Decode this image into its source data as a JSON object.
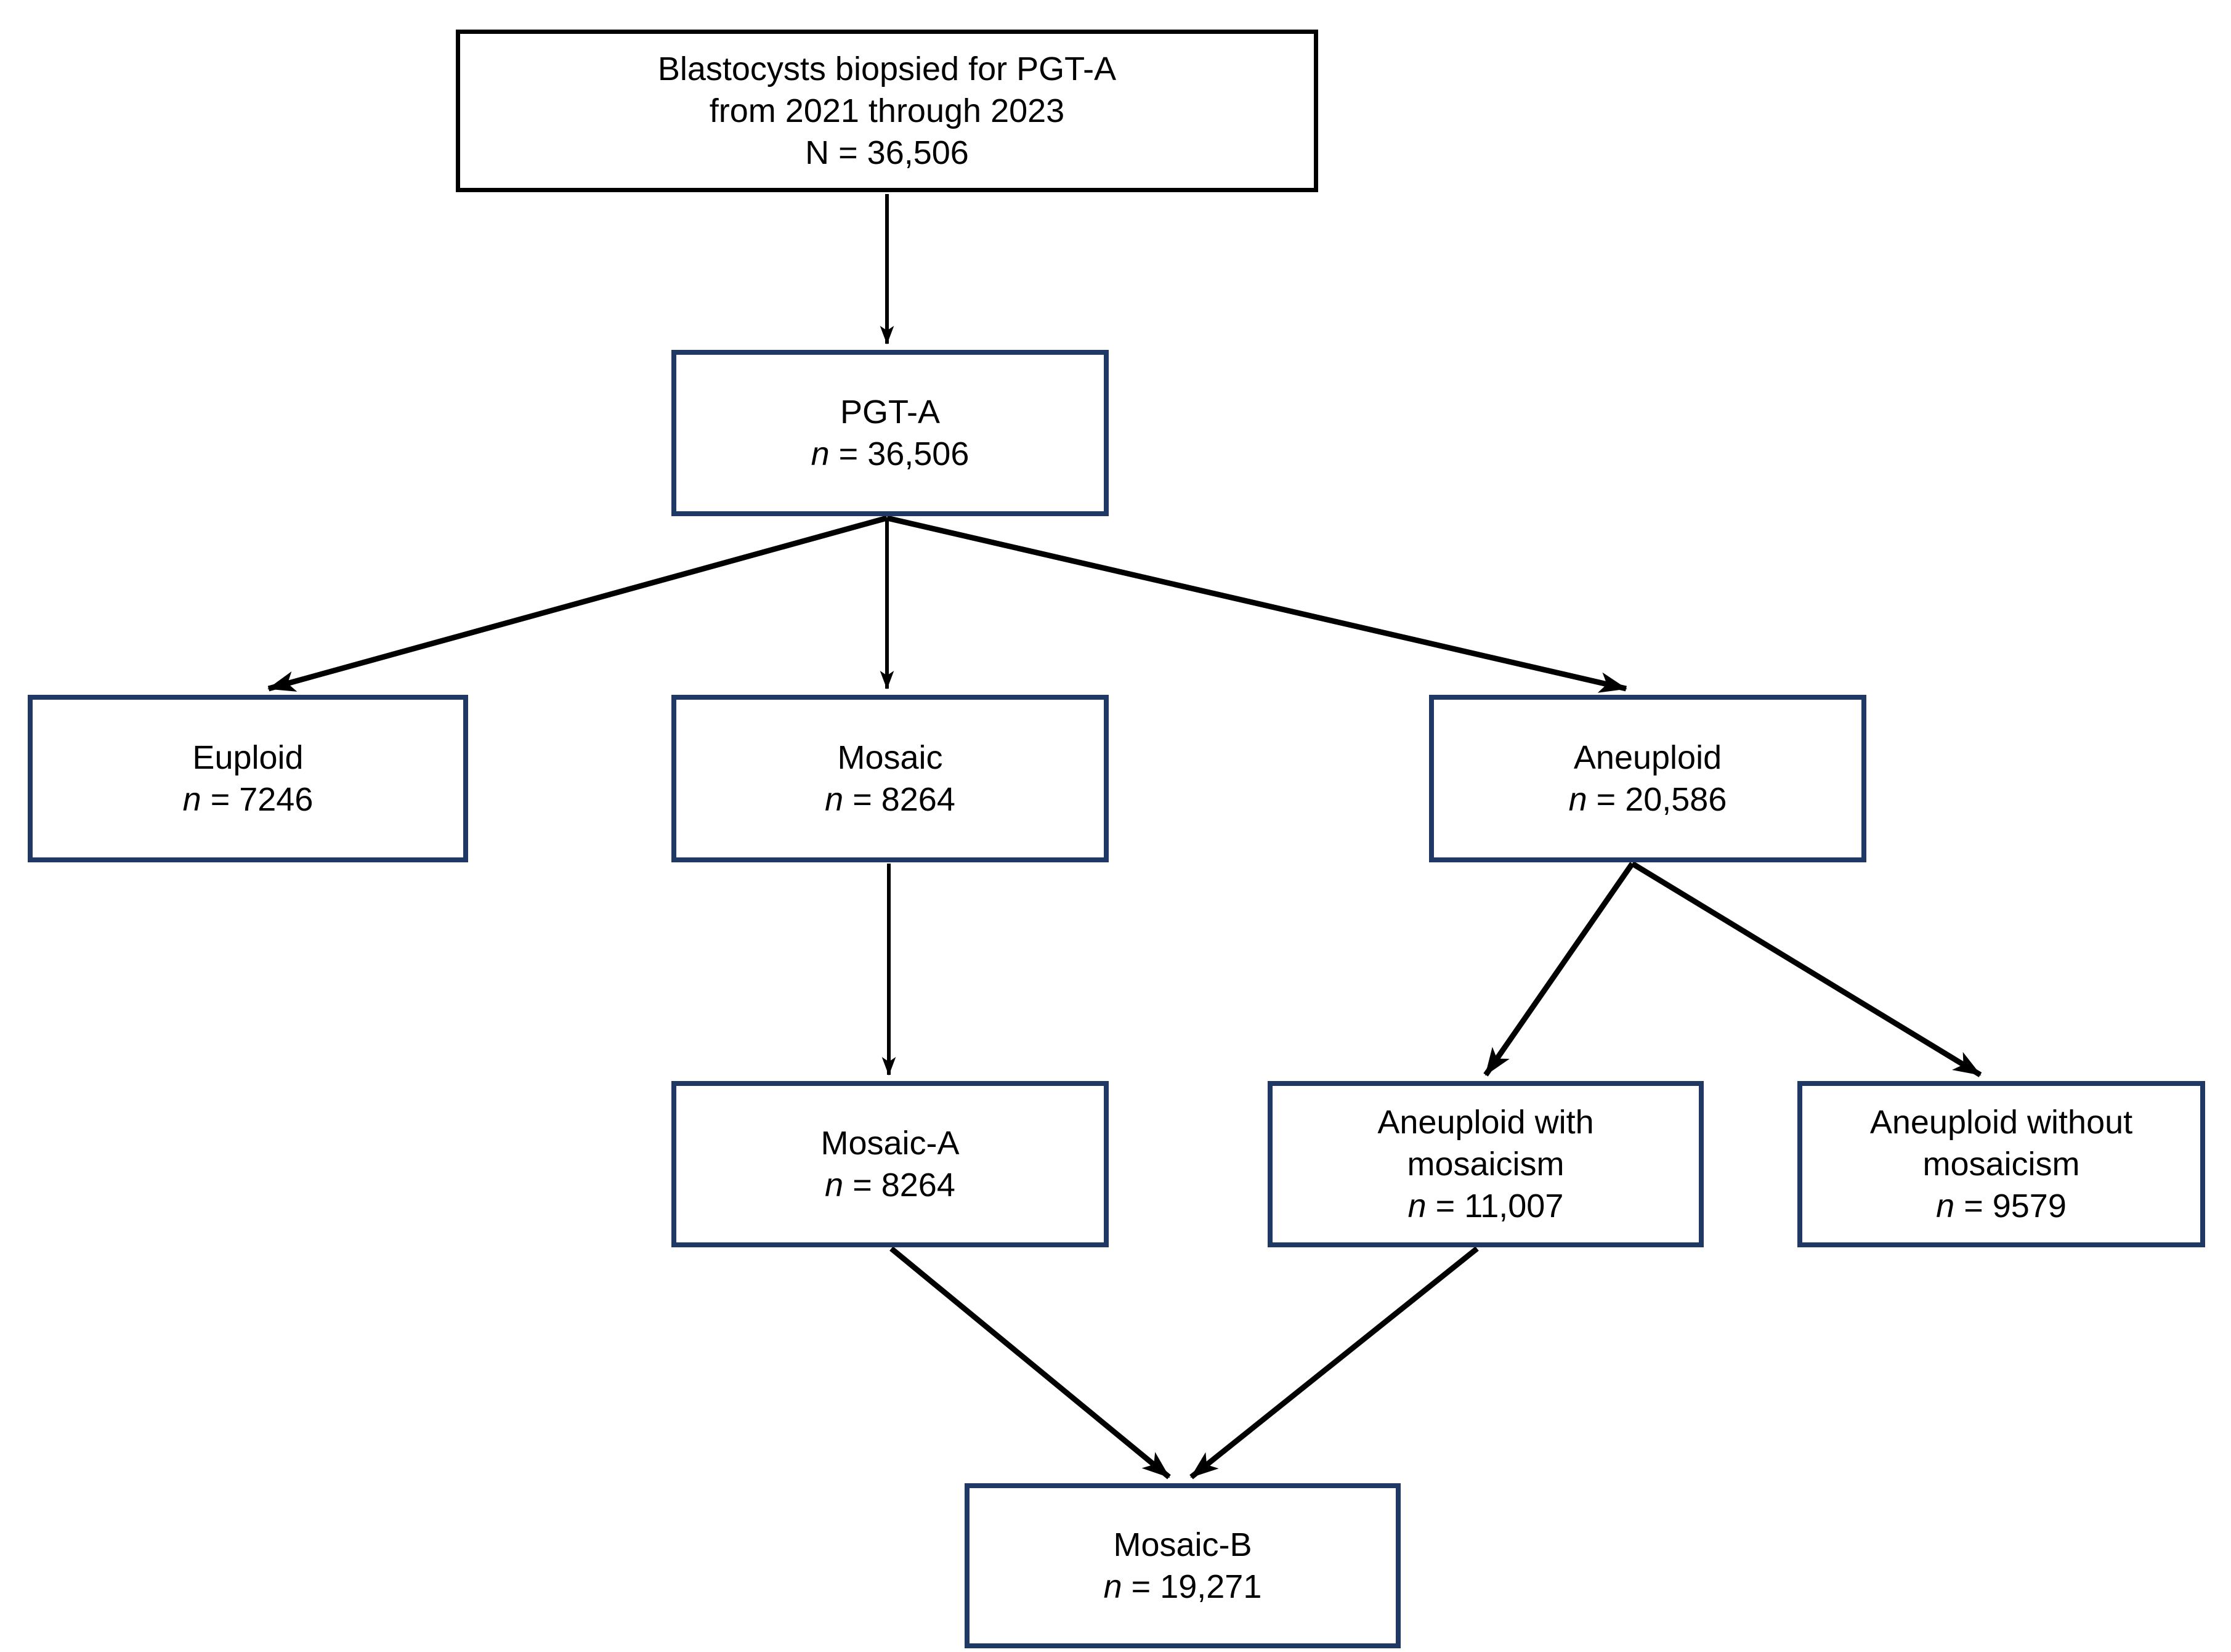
{
  "figure": {
    "type": "flowchart",
    "background": "#ffffff",
    "colors": {
      "start_box_border": "#000000",
      "node_border": "#1f3864",
      "arrow": "#000000",
      "text": "#000000"
    },
    "symbols": {
      "n": "n"
    },
    "nodes": {
      "start": {
        "line1": "Blastocysts biopsied for PGT-A",
        "line2": "from 2021 through 2023",
        "line3": "N = 36,506"
      },
      "pgta": {
        "label": "PGT-A",
        "n_rest": " = 36,506"
      },
      "euploid": {
        "label": "Euploid",
        "n_rest": " = 7246"
      },
      "mosaic": {
        "label": "Mosaic",
        "n_rest": " = 8264"
      },
      "aneuploid": {
        "label": "Aneuploid",
        "n_rest": " = 20,586"
      },
      "mosaic_a": {
        "label": "Mosaic-A",
        "n_rest": " = 8264"
      },
      "aneuploid_with": {
        "label_line1": "Aneuploid with",
        "label_line2": "mosaicism",
        "n_rest": " = 11,007"
      },
      "aneuploid_without": {
        "label_line1": "Aneuploid without",
        "label_line2": "mosaicism",
        "n_rest": " = 9579"
      },
      "mosaic_b": {
        "label": "Mosaic-B",
        "n_rest": " = 19,271"
      }
    },
    "edges": [
      {
        "from": "start",
        "to": "pgta"
      },
      {
        "from": "pgta",
        "to": "euploid"
      },
      {
        "from": "pgta",
        "to": "mosaic"
      },
      {
        "from": "pgta",
        "to": "aneuploid"
      },
      {
        "from": "mosaic",
        "to": "mosaic_a"
      },
      {
        "from": "aneuploid",
        "to": "aneuploid_with"
      },
      {
        "from": "aneuploid",
        "to": "aneuploid_without"
      },
      {
        "from": "mosaic_a",
        "to": "mosaic_b"
      },
      {
        "from": "aneuploid_with",
        "to": "mosaic_b"
      }
    ]
  }
}
